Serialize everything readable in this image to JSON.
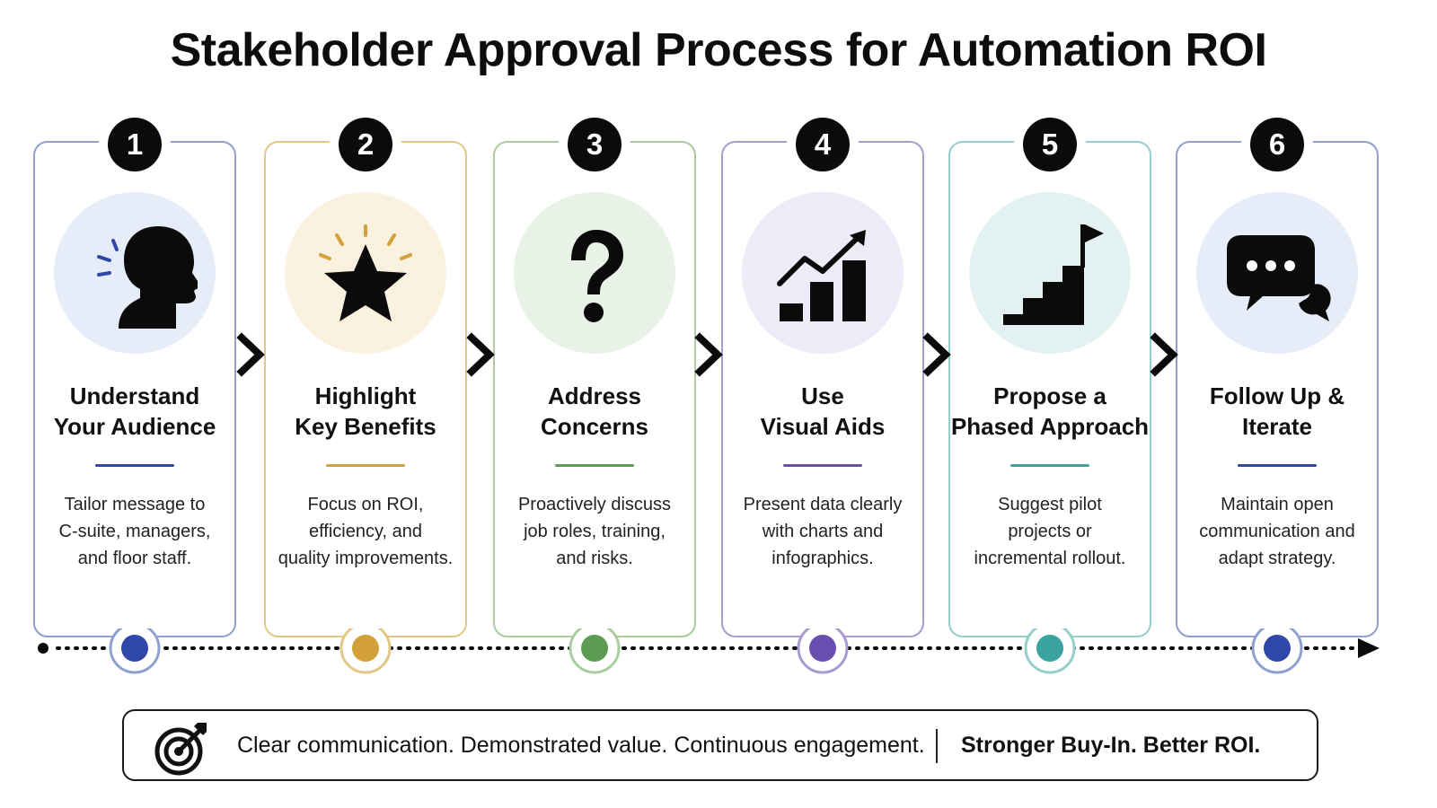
{
  "title": "Stakeholder Approval Process for Automation ROI",
  "steps": [
    {
      "number": "1",
      "title_lines": [
        "Understand",
        "Your Audience"
      ],
      "desc_lines": [
        "Tailor message to",
        "C-suite, managers,",
        "and floor staff."
      ],
      "icon": "head-icon",
      "accent": "#2f47a8",
      "border": "#8ea0cf",
      "tint": "#e6edf8"
    },
    {
      "number": "2",
      "title_lines": [
        "Highlight",
        "Key Benefits"
      ],
      "desc_lines": [
        "Focus on ROI,",
        "efficiency, and",
        "quality improvements."
      ],
      "icon": "star-icon",
      "accent": "#d4a03a",
      "border": "#e2c887",
      "tint": "#fbf1df"
    },
    {
      "number": "3",
      "title_lines": [
        "Address",
        "Concerns"
      ],
      "desc_lines": [
        "Proactively discuss",
        "job roles, training,",
        "and risks."
      ],
      "icon": "question-icon",
      "accent": "#5d9a52",
      "border": "#a9cca1",
      "tint": "#e8f2e6"
    },
    {
      "number": "4",
      "title_lines": [
        "Use",
        "Visual Aids"
      ],
      "desc_lines": [
        "Present data clearly",
        "with charts and",
        "infographics."
      ],
      "icon": "chart-icon",
      "accent": "#6a4fb0",
      "border": "#a99ad2",
      "tint": "#eeeaf7"
    },
    {
      "number": "5",
      "title_lines": [
        "Propose a",
        "Phased Approach"
      ],
      "desc_lines": [
        "Suggest pilot",
        "projects or",
        "incremental rollout."
      ],
      "icon": "stairs-flag-icon",
      "accent": "#3aa3a0",
      "border": "#94cfcc",
      "tint": "#e3f2f1"
    },
    {
      "number": "6",
      "title_lines": [
        "Follow Up &",
        "Iterate"
      ],
      "desc_lines": [
        "Maintain open",
        "communication and",
        "adapt strategy."
      ],
      "icon": "chat-bubbles-icon",
      "accent": "#2f47a8",
      "border": "#8ea0cf",
      "tint": "#e6edf8"
    }
  ],
  "banner": {
    "icon": "target-arrow-icon",
    "left_text": "Clear communication. Demonstrated value. Continuous engagement.",
    "right_text": "Stronger Buy-In. Better ROI."
  }
}
